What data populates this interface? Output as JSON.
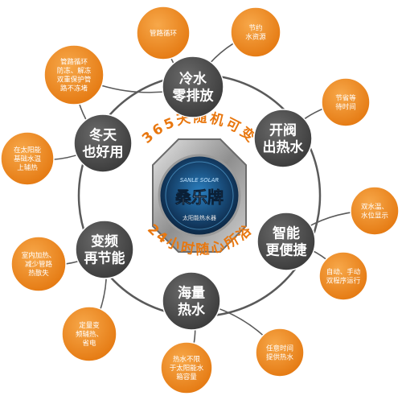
{
  "center": {
    "arc_top": "365天随机可变",
    "arc_bottom": "24小时随心所浴",
    "logo_text": "桑乐牌",
    "logo_sub": "SANLE SOLAR",
    "badge_text": "太阳能热水器"
  },
  "features": [
    {
      "id": "cold-water",
      "lines": [
        "冷水",
        "零排放"
      ]
    },
    {
      "id": "open-valve",
      "lines": [
        "开阀",
        "出热水"
      ]
    },
    {
      "id": "smart",
      "lines": [
        "智能",
        "更便捷"
      ]
    },
    {
      "id": "mass-water",
      "lines": [
        "海量",
        "热水"
      ]
    },
    {
      "id": "variable-freq",
      "lines": [
        "变频",
        "再节能"
      ]
    },
    {
      "id": "winter",
      "lines": [
        "冬天",
        "也好用"
      ]
    }
  ],
  "details": [
    {
      "id": "pipe-loop",
      "lines": [
        "管路循环"
      ]
    },
    {
      "id": "save-water",
      "lines": [
        "节约",
        "水资源"
      ]
    },
    {
      "id": "save-time",
      "lines": [
        "节省等",
        "待时间"
      ]
    },
    {
      "id": "level-display",
      "lines": [
        "双水温、",
        "水位显示"
      ]
    },
    {
      "id": "auto-manual",
      "lines": [
        "自动、手动",
        "双程序运行"
      ]
    },
    {
      "id": "anytime",
      "lines": [
        "任意时间",
        "提供热水"
      ]
    },
    {
      "id": "unlimited",
      "lines": [
        "热水不限",
        "于太阳能水",
        "箱容量"
      ]
    },
    {
      "id": "constant-heat",
      "lines": [
        "定量变",
        "频辅热、",
        "省电"
      ]
    },
    {
      "id": "indoor-heat",
      "lines": [
        "室内加热、",
        "减少管路",
        "热散失"
      ]
    },
    {
      "id": "solar-base",
      "lines": [
        "在太阳能",
        "基础水温",
        "上辅热"
      ]
    },
    {
      "id": "antifreeze",
      "lines": [
        "管路循环",
        "防冻、解冻",
        "双重保护管",
        "路不冻堵"
      ]
    }
  ],
  "colors": {
    "feature_fill": "#4a4a4a",
    "feature_text": "#ffffff",
    "detail_fill": "#f08a1c",
    "detail_text": "#ffffff",
    "ring": "#5a5a5a",
    "arc_text": "#e8770f"
  }
}
